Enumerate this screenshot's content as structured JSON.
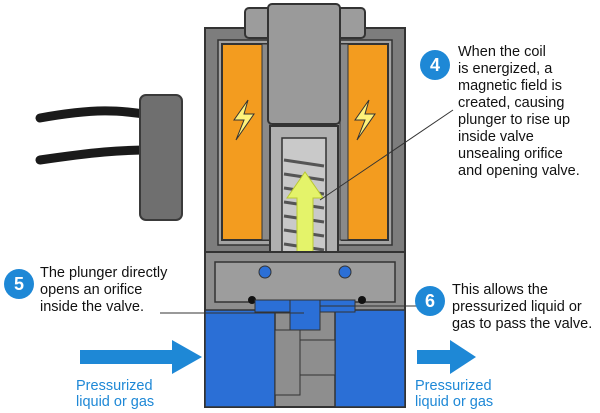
{
  "callouts": [
    {
      "num": "4",
      "text": [
        "When the coil",
        "is energized, a",
        "magnetic field is",
        "created, causing",
        "plunger to rise up",
        "inside valve",
        "unsealing orifice",
        "and opening valve."
      ]
    },
    {
      "num": "5",
      "text": [
        "The plunger directly",
        "opens an orifice",
        "inside the valve."
      ]
    },
    {
      "num": "6",
      "text": [
        "This allows the",
        "pressurized liquid or",
        "gas to pass the valve."
      ]
    }
  ],
  "flow": {
    "inlet": [
      "Pressurized",
      "liquid or gas"
    ],
    "outlet": [
      "Pressurized",
      "liquid or gas"
    ]
  },
  "colors": {
    "accent": "#1e88d6",
    "coil": "#f39c1f",
    "body": "#8e8e8e",
    "flow_path": "#2b6fd6",
    "plunger_arrow": "#e4f36a"
  },
  "icons": [
    "lightning-icon",
    "lightning-icon",
    "flow-arrow-icon",
    "flow-arrow-icon",
    "plunger-up-arrow-icon"
  ]
}
